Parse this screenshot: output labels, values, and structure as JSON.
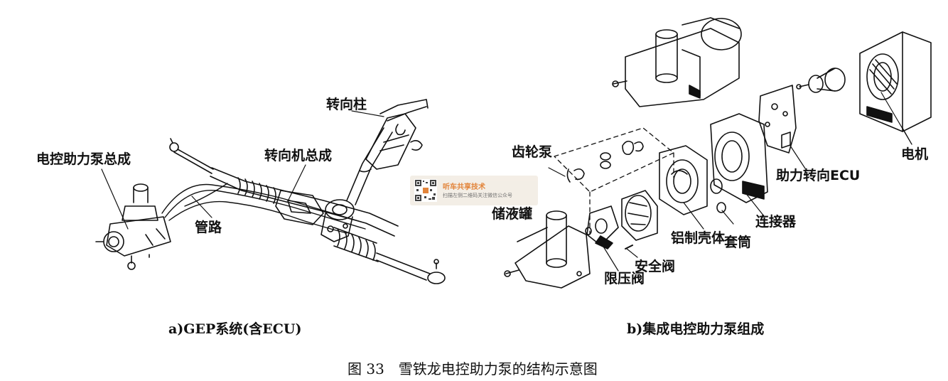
{
  "left_labels": {
    "pump_assembly": "电控助力泵总成",
    "piping": "管路",
    "steering_gear": "转向机总成",
    "steering_column": "转向柱"
  },
  "right_labels": {
    "gear_pump": "齿轮泵",
    "reservoir": "储液罐",
    "pressure_limit_valve": "限压阀",
    "safety_valve": "安全阀",
    "aluminum_housing": "铝制壳体",
    "sleeve": "套筒",
    "connector": "连接器",
    "power_steering_ecu": "助力转向ECU",
    "motor": "电机"
  },
  "captions": {
    "left": "a)GEP系统(含ECU)",
    "right": "b)集成电控助力泵组成",
    "figure": "图 33　雪铁龙电控助力泵的结构示意图"
  },
  "watermark": {
    "title": "听车共享技术",
    "subtitle": "扫描左侧二维码关注微信公众号"
  }
}
